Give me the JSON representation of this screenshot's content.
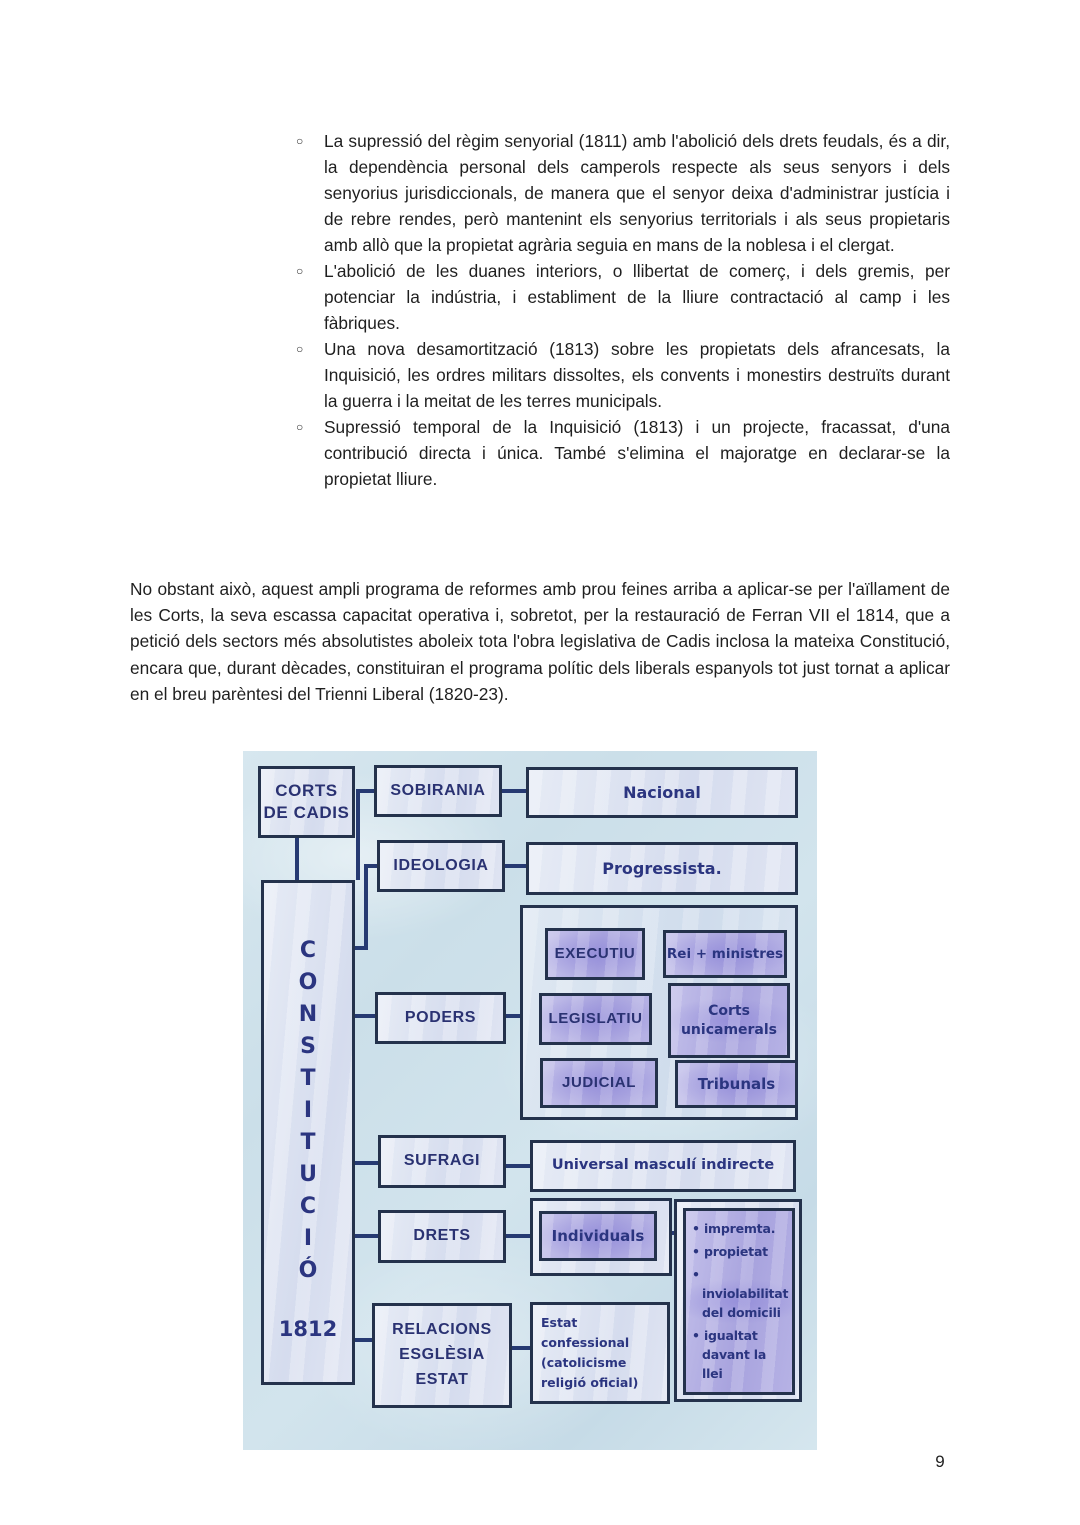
{
  "colors": {
    "border_navy": "#24324c",
    "connector_navy": "#263a72",
    "handwriting_navy": "#2b3580",
    "diagram_background": "#cfe1eb",
    "box_light": "#dde3f1",
    "box_purple": "#aeabe2",
    "body_text": "#1f1f1f"
  },
  "document": {
    "bullet_marker": "○",
    "bullets": [
      {
        "text": "La supressió del règim senyorial (1811) amb l'abolició dels drets feudals, és a dir, la dependència personal dels camperols respecte als seus senyors i dels senyorius jurisdiccionals, de manera que el senyor deixa d'administrar justícia i de rebre rendes, però mantenint els senyorius territorials i als seus propietaris amb allò que la propietat agrària seguia en mans de la noblesa i el clergat."
      },
      {
        "text": "L'abolició de les duanes interiors, o llibertat de comerç, i dels gremis, per potenciar la indústria, i establiment de la lliure contractació al camp i les fàbriques."
      },
      {
        "text": "Una nova desamortització (1813) sobre les propietats dels afrancesats, la Inquisició, les ordres militars dissoltes, els convents i monestirs destruïts durant la guerra i la meitat de les terres municipals."
      },
      {
        "text": "Supressió temporal de la Inquisició (1813) i un projecte, fracassat, d'una contribució directa i única. També s'elimina el majoratge en declarar-se la propietat lliure."
      }
    ],
    "paragraph": "No obstant això, aquest ampli programa de reformes amb prou feines arriba a aplicar-se per l'aïllament de les Corts, la seva escassa capacitat operativa i, sobretot, per la restauració de Ferran VII el 1814, que a petició dels sectors més absolutistes aboleix tota l'obra legislativa de Cadis inclosa la mateixa Constitució, encara que, durant dècades, constituiran el programa polític dels liberals espanyols tot just tornat a aplicar en el breu parèntesi del Trienni Liberal (1820-23).",
    "page_number": "9"
  },
  "diagram": {
    "root_label": "CORTS DE CADIS",
    "constitucio": {
      "letters": [
        "C",
        "O",
        "N",
        "S",
        "T",
        "I",
        "T",
        "U",
        "C",
        "I",
        "Ó"
      ],
      "year": "1812"
    },
    "sobirania": {
      "label": "SOBIRANIA",
      "value": "Nacional"
    },
    "ideologia": {
      "label": "IDEOLOGIA",
      "value": "Progressista."
    },
    "poders": {
      "label": "PODERS",
      "branches": [
        {
          "label": "EXECUTIU",
          "value": "Rei + ministres"
        },
        {
          "label": "LEGISLATIU",
          "value": "Corts unicamerals"
        },
        {
          "label": "JUDICIAL",
          "value": "Tribunals"
        }
      ]
    },
    "sufragi": {
      "label": "SUFRAGI",
      "value": "Universal masculí indirecte"
    },
    "drets": {
      "label": "DRETS",
      "value": "Individuals",
      "items": [
        "impremta.",
        "propietat",
        "inviolabilitat del domicili",
        "igualtat davant la llei"
      ]
    },
    "relacions": {
      "label": "RELACIONS ESGLÈSIA ESTAT",
      "value": "Estat confessional (catolicisme religió oficial)"
    }
  }
}
